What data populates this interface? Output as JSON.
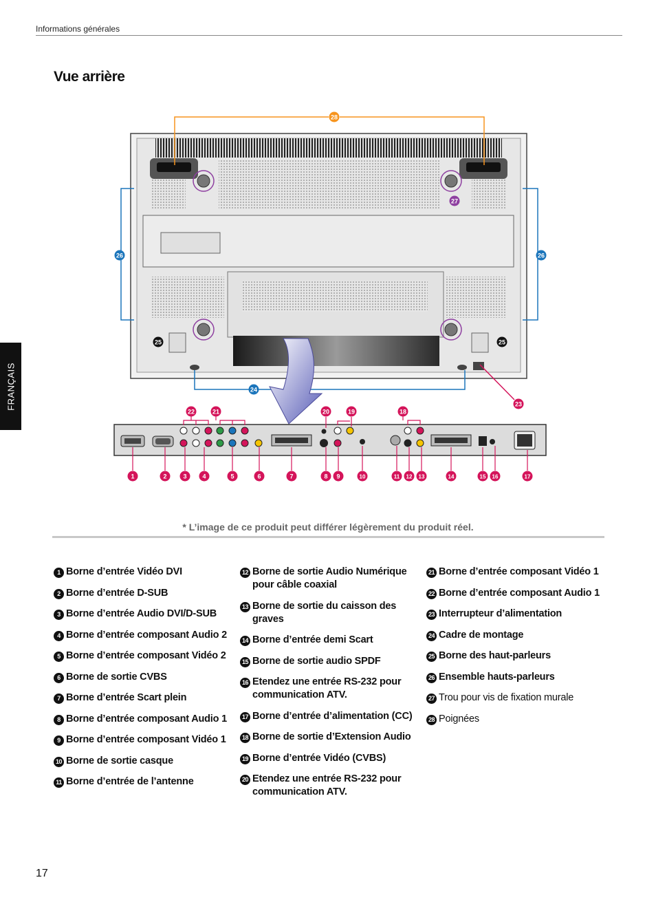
{
  "header": {
    "section": "Informations générales"
  },
  "title": "Vue arrière",
  "side_tab": "FRANÇAIS",
  "note": "* L’image de ce produit peut différer légèrement du produit réel.",
  "page_number": "17",
  "colors": {
    "callout_magenta": "#d4145a",
    "callout_orange": "#f7941d",
    "callout_blue": "#1b75bb",
    "ring_purple": "#8e3fa0"
  },
  "callouts_top": [
    "1",
    "2",
    "3",
    "4",
    "5",
    "6",
    "7",
    "8",
    "9",
    "10",
    "11",
    "12",
    "13",
    "14",
    "15",
    "16",
    "17"
  ],
  "callouts_markers": {
    "c18": "18",
    "c19": "19",
    "c20": "20",
    "c21": "21",
    "c22": "22",
    "c23": "23",
    "c24": "24",
    "c25": "25",
    "c26": "26",
    "c27": "27",
    "c28": "28"
  },
  "legend": {
    "col1": [
      {
        "n": "1",
        "text": "Borne d’entrée Vidéo DVI"
      },
      {
        "n": "2",
        "text": "Borne d’entrée D-SUB"
      },
      {
        "n": "3",
        "text": "Borne d’entrée Audio DVI/D-SUB"
      },
      {
        "n": "4",
        "text": "Borne d’entrée composant Audio 2"
      },
      {
        "n": "5",
        "text": "Borne d’entrée composant Vidéo 2"
      },
      {
        "n": "6",
        "text": "Borne de sortie CVBS"
      },
      {
        "n": "7",
        "text": "Borne d’entrée Scart plein"
      },
      {
        "n": "8",
        "text": "Borne d’entrée composant Audio 1"
      },
      {
        "n": "9",
        "text": "Borne d’entrée composant Vidéo 1"
      },
      {
        "n": "10",
        "text": "Borne de sortie casque"
      },
      {
        "n": "11",
        "text": "Borne d’entrée de l’antenne"
      }
    ],
    "col2": [
      {
        "n": "12",
        "text": "Borne de sortie Audio Numérique pour câble coaxial"
      },
      {
        "n": "13",
        "text": "Borne de sortie du caisson des graves"
      },
      {
        "n": "14",
        "text": "Borne d’entrée demi Scart"
      },
      {
        "n": "15",
        "text": "Borne de sortie audio SPDF"
      },
      {
        "n": "16",
        "text": "Etendez une entrée RS-232 pour communication ATV."
      },
      {
        "n": "17",
        "text": "Borne d’entrée d’alimentation (CC)"
      },
      {
        "n": "18",
        "text": "Borne de sortie d’Extension Audio"
      },
      {
        "n": "19",
        "text": "Borne d’entrée Vidéo (CVBS)"
      },
      {
        "n": "20",
        "text": "Etendez une entrée RS-232 pour communication ATV."
      }
    ],
    "col3": [
      {
        "n": "21",
        "text": "Borne d’entrée composant Vidéo 1"
      },
      {
        "n": "22",
        "text": "Borne d’entrée composant Audio 1"
      },
      {
        "n": "23",
        "text": "Interrupteur d’alimentation"
      },
      {
        "n": "24",
        "text": "Cadre de montage"
      },
      {
        "n": "25",
        "text": "Borne des haut-parleurs"
      },
      {
        "n": "26",
        "text": "Ensemble hauts-parleurs"
      },
      {
        "n": "27",
        "text": "Trou pour vis de fixation murale"
      },
      {
        "n": "28",
        "text": "Poignées"
      }
    ]
  }
}
